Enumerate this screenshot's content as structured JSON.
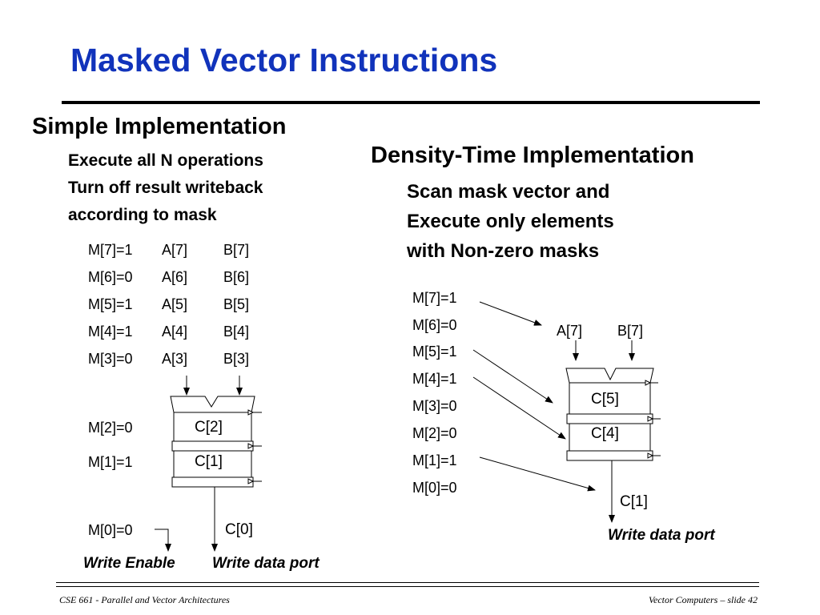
{
  "slide": {
    "title": "Masked Vector Instructions",
    "footer_left": "CSE 661 - Parallel and Vector Architectures",
    "footer_right": "Vector Computers – slide 42"
  },
  "left": {
    "heading": "Simple Implementation",
    "bullets": [
      "Execute all N operations",
      "Turn off result writeback",
      "according to mask"
    ],
    "rows": [
      {
        "m": "M[7]=1",
        "a": "A[7]",
        "b": "B[7]"
      },
      {
        "m": "M[6]=0",
        "a": "A[6]",
        "b": "B[6]"
      },
      {
        "m": "M[5]=1",
        "a": "A[5]",
        "b": "B[5]"
      },
      {
        "m": "M[4]=1",
        "a": "A[4]",
        "b": "B[4]"
      },
      {
        "m": "M[3]=0",
        "a": "A[3]",
        "b": "B[3]"
      }
    ],
    "pipe_rows": [
      {
        "m": "M[2]=0",
        "c": "C[2]"
      },
      {
        "m": "M[1]=1",
        "c": "C[1]"
      }
    ],
    "out_m": "M[0]=0",
    "out_c": "C[0]",
    "write_enable": "Write Enable",
    "write_port": "Write data port"
  },
  "right": {
    "heading": "Density-Time Implementation",
    "bullets": [
      "Scan mask vector and",
      "Execute only elements",
      "with Non-zero masks"
    ],
    "masks": [
      "M[7]=1",
      "M[6]=0",
      "M[5]=1",
      "M[4]=1",
      "M[3]=0",
      "M[2]=0",
      "M[1]=1",
      "M[0]=0"
    ],
    "in_a": "A[7]",
    "in_b": "B[7]",
    "stages": [
      "C[5]",
      "C[4]"
    ],
    "out_c": "C[1]",
    "write_port": "Write data port"
  }
}
